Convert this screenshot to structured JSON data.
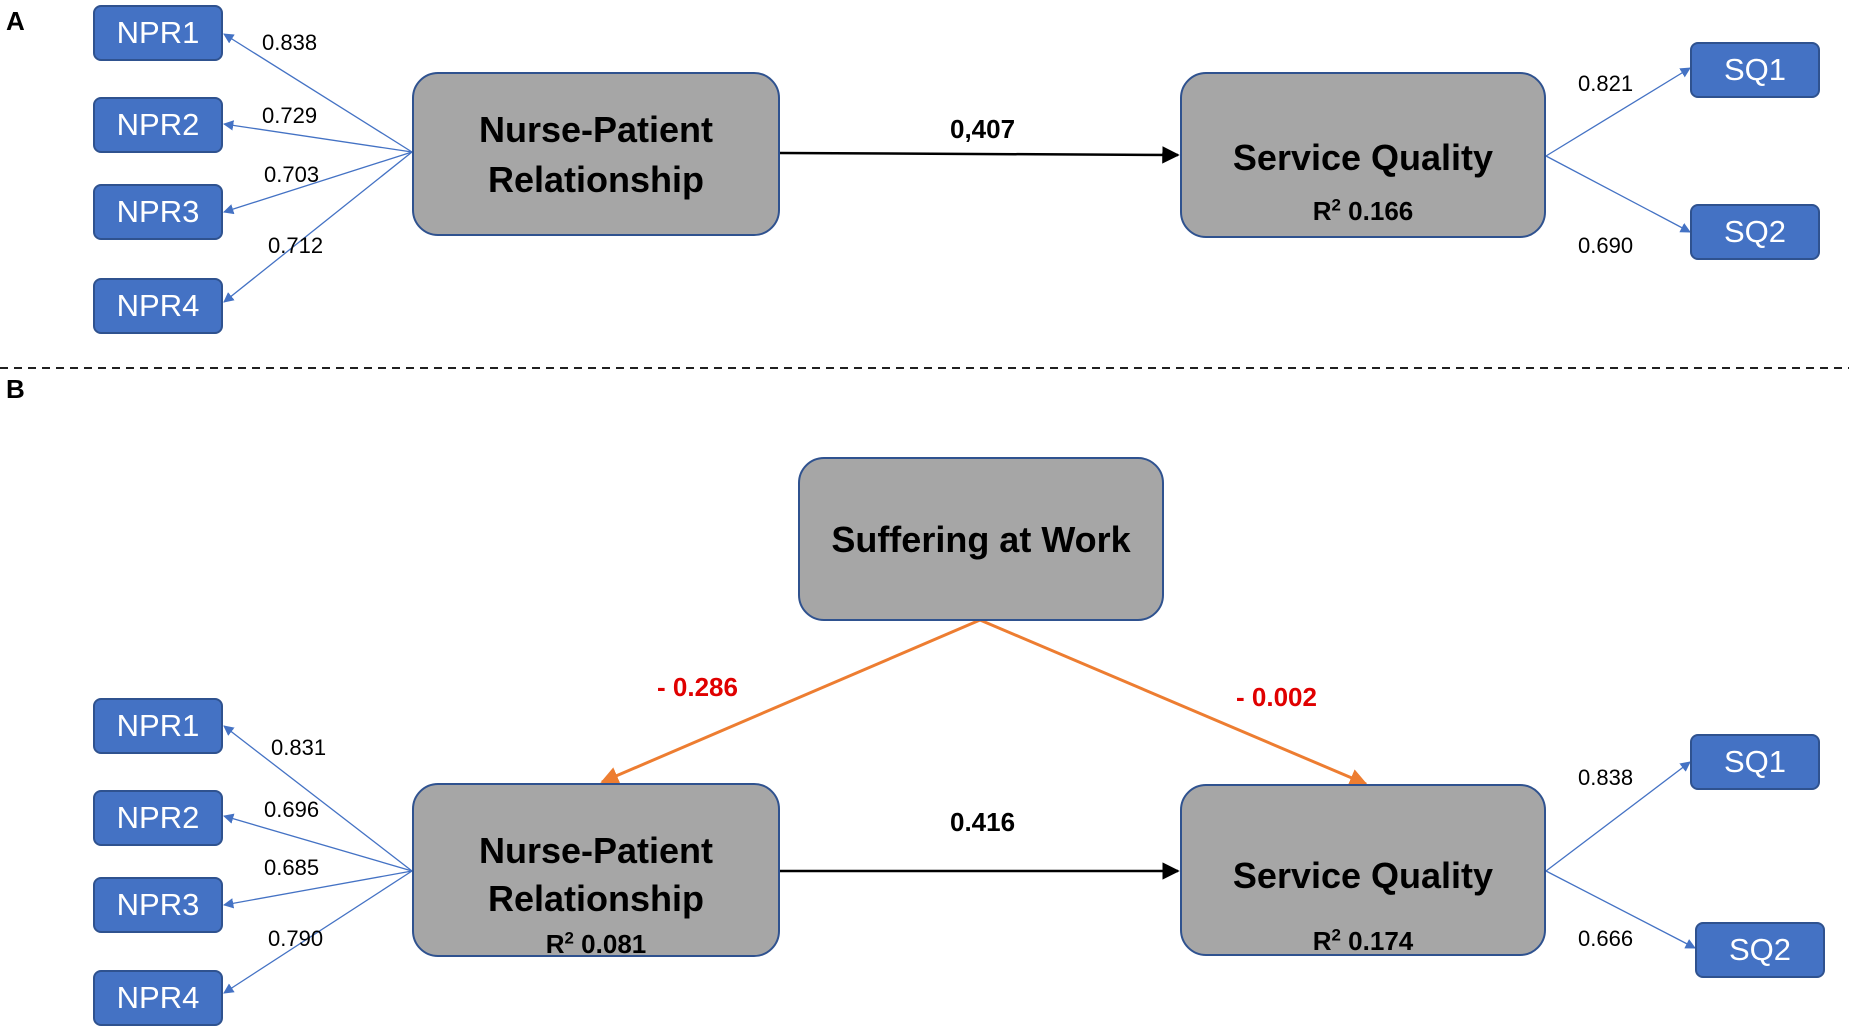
{
  "panel_a": {
    "letter": "A",
    "indicators_left": [
      "NPR1",
      "NPR2",
      "NPR3",
      "NPR4"
    ],
    "indicators_right": [
      "SQ1",
      "SQ2"
    ],
    "loadings_left": [
      "0.838",
      "0.729",
      "0.703",
      "0.712"
    ],
    "loadings_right": [
      "0.821",
      "0.690"
    ],
    "construct_left": {
      "line1": "Nurse-Patient",
      "line2": "Relationship"
    },
    "construct_right": {
      "title": "Service Quality",
      "r2_label": "R",
      "r2_sup": "2",
      "r2_value": "0.166"
    },
    "path_coefficient": "0,407"
  },
  "panel_b": {
    "letter": "B",
    "indicators_left": [
      "NPR1",
      "NPR2",
      "NPR3",
      "NPR4"
    ],
    "indicators_right": [
      "SQ1",
      "SQ2"
    ],
    "loadings_left": [
      "0.831",
      "0.696",
      "0.685",
      "0.790"
    ],
    "loadings_right": [
      "0.838",
      "0.666"
    ],
    "moderator": {
      "title": "Suffering at Work"
    },
    "construct_left": {
      "line1": "Nurse-Patient",
      "line2": "Relationship",
      "r2_label": "R",
      "r2_sup": "2",
      "r2_value": "0.081"
    },
    "construct_right": {
      "title": "Service Quality",
      "r2_label": "R",
      "r2_sup": "2",
      "r2_value": "0.174"
    },
    "path_coefficient": "0.416",
    "moderator_to_npr": "- 0.286",
    "moderator_to_sq": "- 0.002"
  },
  "colors": {
    "indicator_fill": "#4472C4",
    "indicator_border": "#2F528F",
    "construct_fill": "#A6A6A6",
    "moderator_arrow": "#ED7D31",
    "moderator_coef": "#E00000",
    "loading_arrow": "#4472C4",
    "path_arrow": "#000000"
  }
}
